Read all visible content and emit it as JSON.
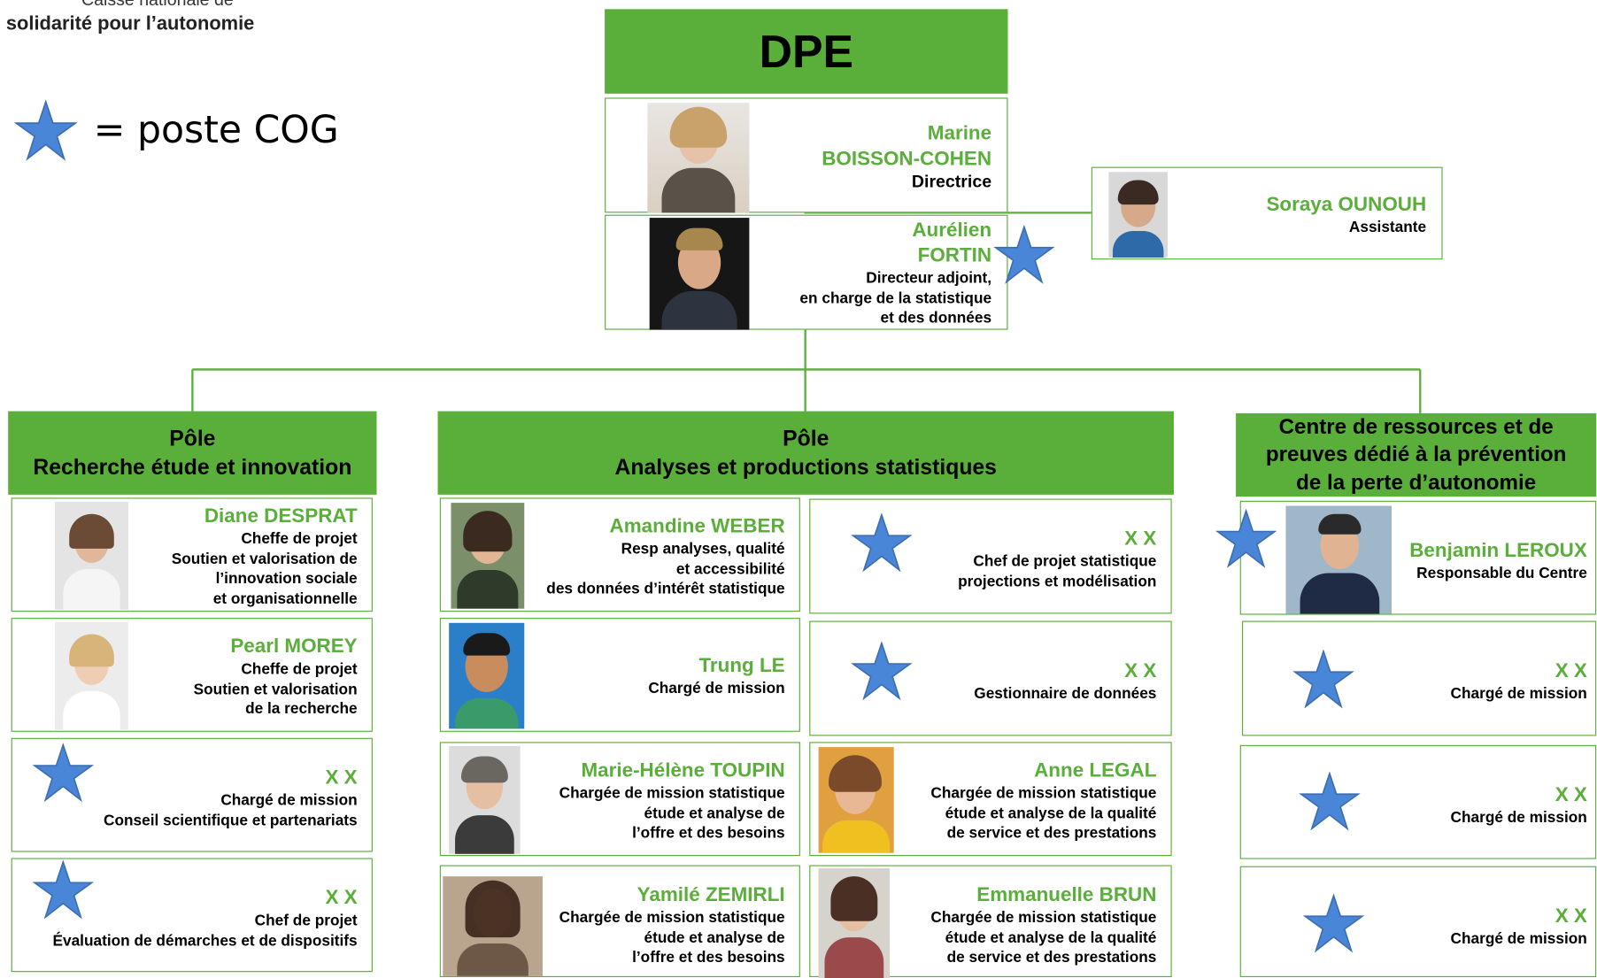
{
  "logo": {
    "line1": "Caisse nationale de",
    "line2": "solidarité pour l’autonomie"
  },
  "legend": {
    "text": "= poste COG"
  },
  "root": {
    "title": "DPE"
  },
  "people": {
    "director": {
      "name": "Marine\nBOISSON-COHEN",
      "role": "Directrice"
    },
    "deputy": {
      "name": "Aurélien\nFORTIN",
      "role": "Directeur adjoint,\nen charge de la statistique\net des données"
    },
    "assistant": {
      "name": "Soraya OUNOUH",
      "role": "Assistante"
    }
  },
  "poles": {
    "left": {
      "title": "Pôle\nRecherche étude et innovation",
      "members": [
        {
          "name": "Diane DESPRAT",
          "role": "Cheffe de projet\nSoutien et valorisation de\nl’innovation sociale\net organisationnelle"
        },
        {
          "name": "Pearl MOREY",
          "role": "Cheffe de projet\nSoutien et valorisation\nde la recherche"
        },
        {
          "name": "X X",
          "role": "Chargé de mission\nConseil scientifique et partenariats"
        },
        {
          "name": "X X",
          "role": "Chef de projet\nÉvaluation de démarches et de dispositifs"
        }
      ]
    },
    "middle": {
      "title": "Pôle\nAnalyses et productions statistiques",
      "members": [
        {
          "name": "Amandine WEBER",
          "role": "Resp analyses, qualité\net accessibilité\ndes données d’intérêt statistique"
        },
        {
          "name": "X X",
          "role": "Chef de projet statistique\nprojections et modélisation"
        },
        {
          "name": "Trung LE",
          "role": "Chargé de mission"
        },
        {
          "name": "X X",
          "role": "Gestionnaire de données"
        },
        {
          "name": "Marie-Hélène TOUPIN",
          "role": "Chargée de mission statistique\nétude et analyse de\nl’offre et des besoins"
        },
        {
          "name": "Anne LEGAL",
          "role": "Chargée de mission statistique\nétude et analyse de la qualité\nde service et des prestations"
        },
        {
          "name": "Yamilé ZEMIRLI",
          "role": "Chargée de mission statistique\nétude et analyse de\nl’offre et des besoins"
        },
        {
          "name": "Emmanuelle BRUN",
          "role": "Chargée de mission statistique\nétude et analyse de la qualité\nde service et des prestations"
        }
      ]
    },
    "right": {
      "title": "Centre de ressources et de\npreuves dédié à la prévention\nde la perte d’autonomie",
      "members": [
        {
          "name": "Benjamin LEROUX",
          "role": "Responsable du Centre"
        },
        {
          "name": "X X",
          "role": "Chargé de mission"
        },
        {
          "name": "X X",
          "role": "Chargé de mission"
        },
        {
          "name": "X X",
          "role": "Chargé de mission"
        }
      ]
    }
  },
  "colors": {
    "accent": "#5aae3a",
    "star_fill": "#4a86d8",
    "star_stroke": "#3d6fb0"
  },
  "icons": {
    "cog_post": "star-icon"
  }
}
